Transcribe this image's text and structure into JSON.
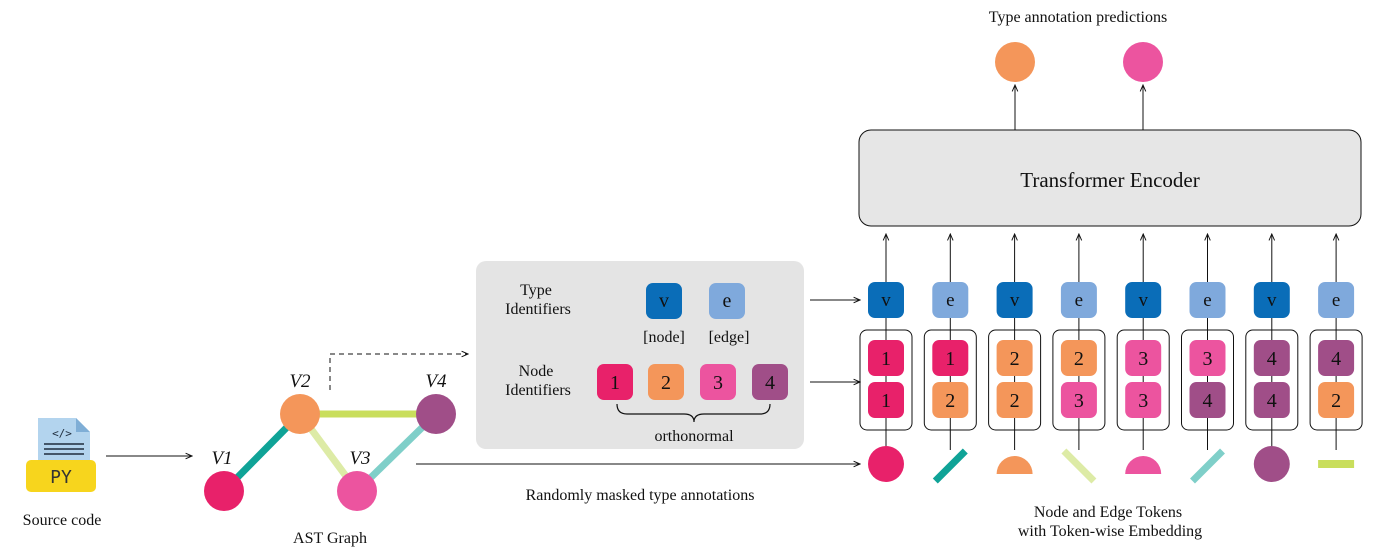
{
  "source": {
    "file_badge": "PY",
    "code_glyph": "</>",
    "caption": "Source code"
  },
  "graph": {
    "caption": "AST Graph",
    "nodes": [
      {
        "id": "V1",
        "label": "V1",
        "color": "#E8216A"
      },
      {
        "id": "V2",
        "label": "V2",
        "color": "#F4965A"
      },
      {
        "id": "V3",
        "label": "V3",
        "color": "#EC549F"
      },
      {
        "id": "V4",
        "label": "V4",
        "color": "#A04E88"
      }
    ],
    "edges": [
      {
        "from": "V1",
        "to": "V2",
        "color": "#0FA397"
      },
      {
        "from": "V2",
        "to": "V4",
        "color": "#C9DE5C"
      },
      {
        "from": "V2",
        "to": "V3",
        "color": "#DDEBA6"
      },
      {
        "from": "V3",
        "to": "V4",
        "color": "#7FCFC9"
      }
    ]
  },
  "identifiers": {
    "type_label": "Type\nIdentifiers",
    "node_label": "Node\nIdentifiers",
    "type_tokens": [
      {
        "symbol": "v",
        "caption": "[node]",
        "color": "#0A6DB8"
      },
      {
        "symbol": "e",
        "caption": "[edge]",
        "color": "#7FA9DC"
      }
    ],
    "node_tokens": [
      {
        "symbol": "1",
        "color": "#E8216A"
      },
      {
        "symbol": "2",
        "color": "#F4965A"
      },
      {
        "symbol": "3",
        "color": "#EC549F"
      },
      {
        "symbol": "4",
        "color": "#A04E88"
      }
    ],
    "brace_label": "orthonormal"
  },
  "masked_caption": "Randomly masked type annotations",
  "tokens_caption": "Node and Edge Tokens\nwith Token-wise Embedding",
  "encoder": {
    "label": "Transformer Encoder"
  },
  "predictions": {
    "title": "Type annotation predictions",
    "outputs": [
      {
        "color": "#F4965A"
      },
      {
        "color": "#EC549F"
      }
    ]
  },
  "token_columns": [
    {
      "type": "v",
      "ids": [
        "1",
        "1"
      ],
      "bottom": "circle",
      "bottom_color": "#E8216A"
    },
    {
      "type": "e",
      "ids": [
        "1",
        "2"
      ],
      "bottom": "slash",
      "bottom_color": "#0FA397"
    },
    {
      "type": "v",
      "ids": [
        "2",
        "2"
      ],
      "bottom": "halfcircle",
      "bottom_color": "#F4965A"
    },
    {
      "type": "e",
      "ids": [
        "2",
        "3"
      ],
      "bottom": "backslash",
      "bottom_color": "#DDEBA6"
    },
    {
      "type": "v",
      "ids": [
        "3",
        "3"
      ],
      "bottom": "halfcircle",
      "bottom_color": "#EC549F"
    },
    {
      "type": "e",
      "ids": [
        "3",
        "4"
      ],
      "bottom": "slash",
      "bottom_color": "#7FCFC9"
    },
    {
      "type": "v",
      "ids": [
        "4",
        "4"
      ],
      "bottom": "circle",
      "bottom_color": "#A04E88"
    },
    {
      "type": "e",
      "ids": [
        "4",
        "2"
      ],
      "bottom": "flat",
      "bottom_color": "#C9DE5C"
    }
  ],
  "colors": {
    "type_v": "#0A6DB8",
    "type_e": "#7FA9DC",
    "id_1": "#E8216A",
    "id_2": "#F4965A",
    "id_3": "#EC549F",
    "id_4": "#A04E88",
    "panel_bg": "#E4E4E4",
    "encoder_bg": "#E6E6E6",
    "py_badge": "#F7D51D",
    "file_icon": "#B3D4EE"
  }
}
